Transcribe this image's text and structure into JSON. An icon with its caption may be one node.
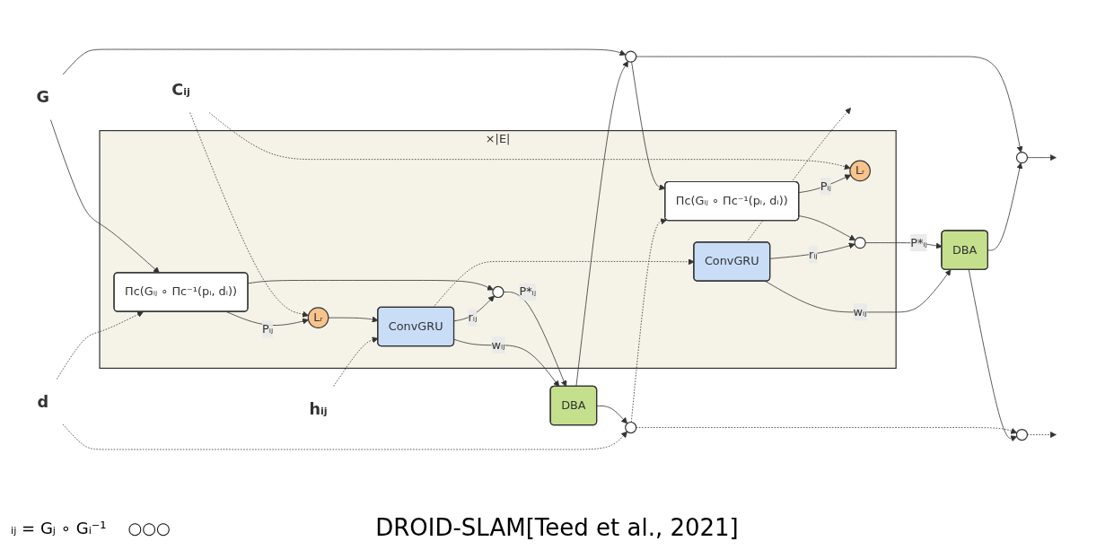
{
  "diagram": {
    "caption": "DROID-SLAM[Teed et al., 2021]",
    "nodes": [
      {
        "text": [],
        "shape": "box",
        "beside": [
          "×|E|"
        ]
      },
      {
        "text": [
          "Cᵢⱼ"
        ]
      },
      {
        "text": [
          "hᵢⱼ"
        ]
      },
      {
        "text": [
          "Lᵣ"
        ],
        "in": 0
      },
      {
        "text": [
          "ConvGRU"
        ],
        "in": 0
      },
      {
        "text": [
          "Πc(Gᵢⱼ ∘ Πc⁻¹(pᵢ, dᵢ))"
        ],
        "in": 0
      },
      {
        "text": [],
        "shape": "circle",
        "in": 0
      },
      {
        "text": [
          "Lᵣ"
        ],
        "in": 0
      },
      {
        "text": [
          "ConvGRU"
        ],
        "in": 0
      },
      {
        "text": [
          "Πc(Gᵢⱼ ∘ Πc⁻¹(pᵢ, dᵢ))"
        ],
        "in": 0
      },
      {
        "text": [],
        "shape": "circle",
        "in": 0
      },
      {
        "text": [
          "DBA"
        ]
      },
      {
        "text": [
          "DBA"
        ]
      },
      {
        "text": [
          "G"
        ]
      },
      {
        "text": [
          "d"
        ]
      },
      {
        "text": [],
        "shape": "circle"
      },
      {
        "text": [],
        "shape": "circle"
      },
      {
        "text": [],
        "shape": "circle"
      },
      {
        "text": [],
        "shape": "circle"
      }
    ],
    "edges": [
      {
        "from": 1,
        "to": 3,
        "arrow": "to",
        "style": "dashed"
      },
      {
        "from": 1,
        "to": 7,
        "arrow": "to",
        "style": "dashed"
      },
      {
        "from": 3,
        "to": 4,
        "arrow": "to"
      },
      {
        "from": 2,
        "to": 4,
        "arrow": "to",
        "style": "dashed"
      },
      {
        "from": 4,
        "to": 8,
        "arrow": "to",
        "style": "dashed"
      },
      {
        "from": 8,
        "to": null,
        "arrow": "to",
        "style": "dashed"
      },
      {
        "from": 5,
        "to": 3,
        "arrow": "to",
        "label": "Pᵢⱼ"
      },
      {
        "from": 5,
        "to": 6,
        "arrow": "to"
      },
      {
        "from": 4,
        "to": 6,
        "arrow": "to",
        "label": "rᵢⱼ"
      },
      {
        "from": 6,
        "to": 11,
        "arrow": "to",
        "label": "P*ᵢⱼ"
      },
      {
        "from": 4,
        "to": 11,
        "arrow": "to",
        "label": "wᵢⱼ"
      },
      {
        "from": 13,
        "to": 5,
        "arrow": "to"
      },
      {
        "from": 14,
        "to": 5,
        "arrow": "to",
        "style": "dashed"
      },
      {
        "from": 13,
        "to": 15,
        "arrow": "to"
      },
      {
        "from": 11,
        "to": 15,
        "arrow": "to"
      },
      {
        "from": 11,
        "to": 16,
        "arrow": "to"
      },
      {
        "from": 14,
        "to": 16,
        "arrow": "to",
        "style": "dashed"
      },
      {
        "from": 15,
        "to": 9,
        "arrow": "to"
      },
      {
        "from": 16,
        "to": 9,
        "arrow": "to",
        "style": "dashed"
      },
      {
        "from": 9,
        "to": 7,
        "arrow": "to",
        "label": "Pᵢⱼ"
      },
      {
        "from": 9,
        "to": 10,
        "arrow": "to"
      },
      {
        "from": 8,
        "to": 10,
        "arrow": "to",
        "label": "rᵢⱼ"
      },
      {
        "from": 10,
        "to": 12,
        "arrow": "to",
        "label": "P*ᵢⱼ"
      },
      {
        "from": 8,
        "to": 12,
        "arrow": "to",
        "label": "wᵢⱼ"
      },
      {
        "from": 15,
        "to": 17,
        "arrow": "to"
      },
      {
        "from": 16,
        "to": 18,
        "arrow": "to",
        "style": "dashed"
      },
      {
        "from": 12,
        "to": 17,
        "arrow": "to"
      },
      {
        "from": 12,
        "to": 18,
        "arrow": "to"
      },
      {
        "from": 17,
        "to": null,
        "arrow": "to"
      },
      {
        "from": 18,
        "to": null,
        "arrow": "to",
        "style": "dashed"
      }
    ],
    "labels": [
      "ᵢⱼ = Gⱼ ∘ Gᵢ⁻¹",
      "○○○"
    ]
  }
}
